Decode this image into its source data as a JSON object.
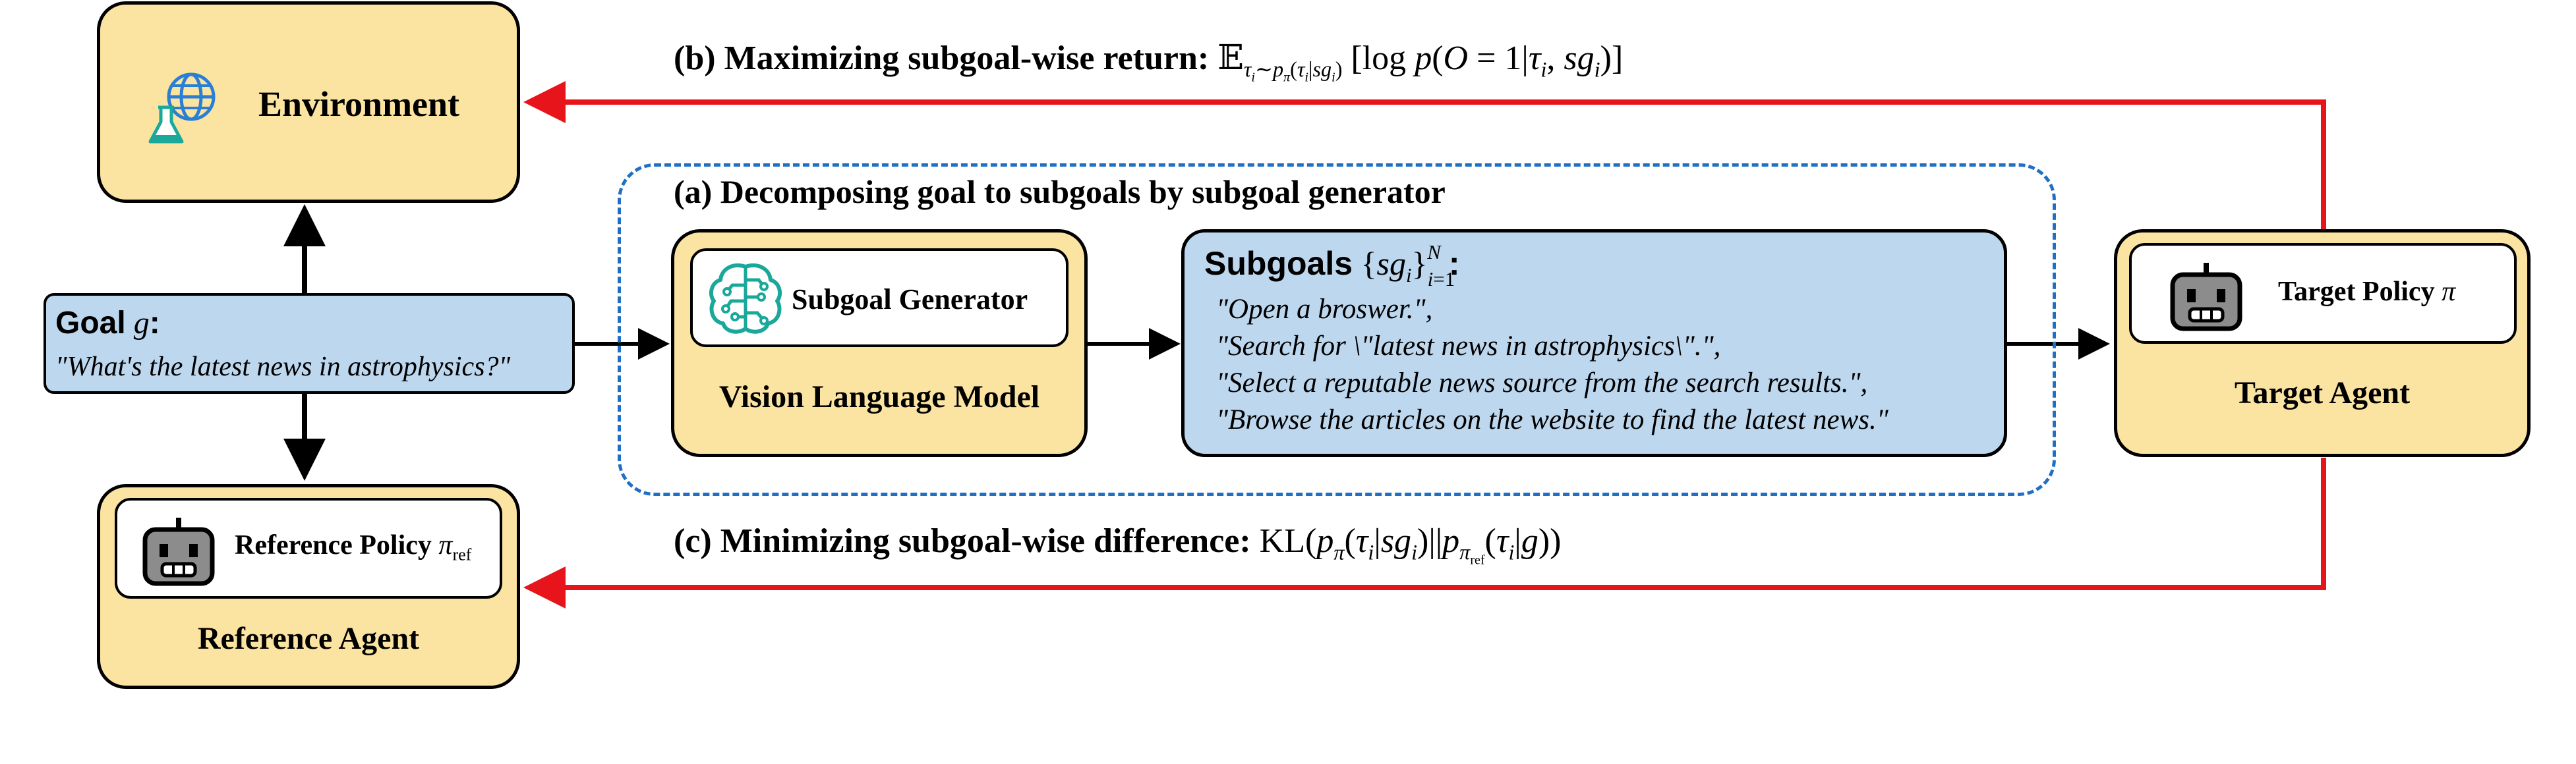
{
  "environment": {
    "label": "Environment"
  },
  "goal": {
    "title": "Goal",
    "symbol": "g",
    "text": "\"What's the latest news in astrophysics?\""
  },
  "reference_agent": {
    "label": "Reference Agent",
    "policy_label": "Reference Policy",
    "policy_symbol": "π",
    "policy_subscript": "ref"
  },
  "target_agent": {
    "label": "Target Agent",
    "policy_label": "Target Policy",
    "policy_symbol": "π"
  },
  "subgoal_generator": {
    "label": "Subgoal Generator",
    "model_label": "Vision Language Model"
  },
  "subgoals": {
    "title": "Subgoals",
    "items": [
      "\"Open a broswer.\",",
      "\"Search for \\\"latest news in astrophysics\\\".\",",
      "\"Select a reputable news source from the search results.\",",
      "\"Browse the articles on the website to find the latest news.\""
    ]
  },
  "captions": {
    "a": "(a) Decomposing goal to subgoals by subgoal generator",
    "b": "(b) Maximizing subgoal-wise return:",
    "c": "(c) Minimizing subgoal-wise difference:"
  },
  "colors": {
    "box_yellow": "#fbe3a1",
    "box_blue": "#bdd7ee",
    "arrow_red": "#e8141b",
    "dashed_blue": "#1f6fc5",
    "icon_teal": "#19a89a",
    "icon_blue": "#2a7fd4"
  },
  "icons": [
    "globe-flask-icon",
    "brain-circuit-icon",
    "robot-icon"
  ]
}
